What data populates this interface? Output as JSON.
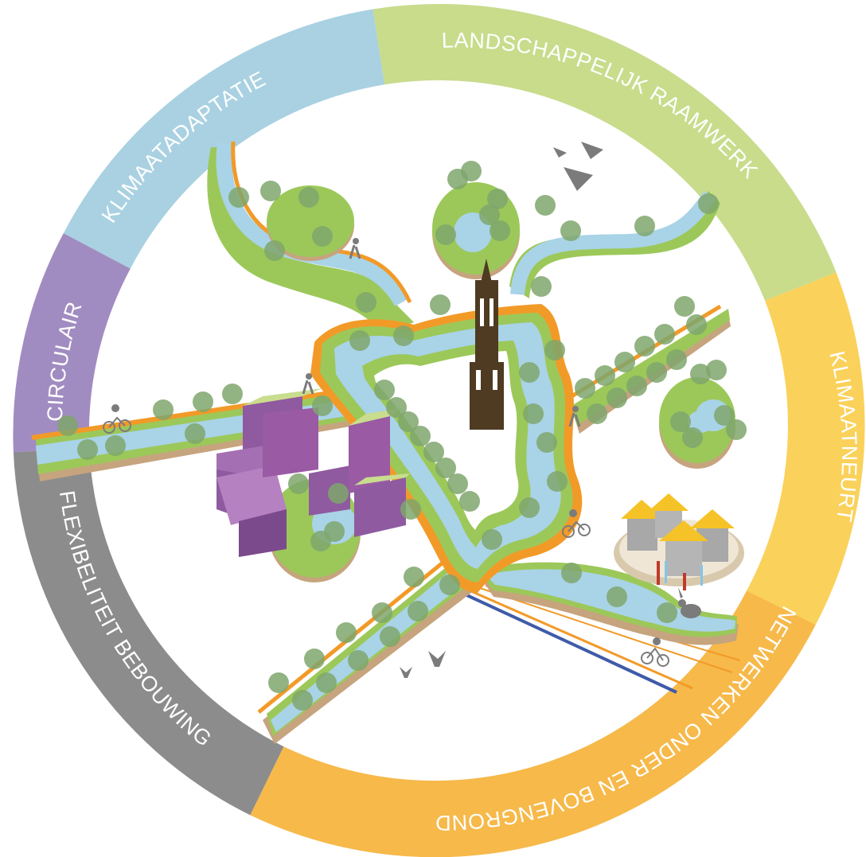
{
  "segments": [
    {
      "id": "landscape",
      "label": "LANDSCHAPPELIJK RAAMWERK",
      "color": "#c8dc8c"
    },
    {
      "id": "climate",
      "label": "KLIMAATADAPTATIE",
      "color": "#a9d1e1"
    },
    {
      "id": "circular",
      "label": "CIRCULAIR",
      "color": "#a18cc1"
    },
    {
      "id": "flexible",
      "label": "FLEXIBELITEIT BEBOUWING",
      "color": "#8c8c8c"
    },
    {
      "id": "networks",
      "label": "NETWERKEN ONDER EN BOVENGRONDS",
      "color": "#f6b94a"
    },
    {
      "id": "neutral",
      "label": "KLIMAATNEURTAAL",
      "color": "#fad15a"
    }
  ],
  "illustration": {
    "water_color": "#a9d3e6",
    "grass_color": "#9cc85a",
    "path_color": "#f29a28",
    "tree_color": "#7fa66c",
    "building_color": "#9a5aa4",
    "tower_color": "#4e3b22",
    "icons": [
      "walker-icon",
      "cyclist-icon",
      "bird-icon",
      "butterfly-icon",
      "rabbit-icon",
      "solar-house-icon",
      "dom-tower-icon"
    ]
  }
}
